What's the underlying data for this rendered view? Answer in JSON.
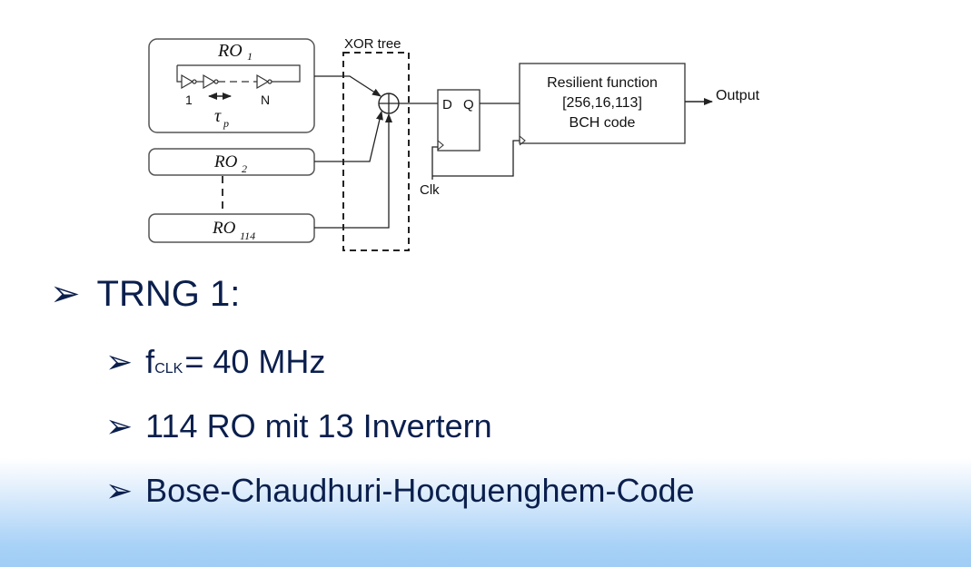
{
  "diagram": {
    "ro1_label": "RO",
    "ro1_sub": "1",
    "inv_first": "1",
    "inv_last": "N",
    "tau": "τ",
    "tau_sub": "p",
    "ro2_label": "RO",
    "ro2_sub": "2",
    "ro114_label": "RO",
    "ro114_sub": "114",
    "xor_label": "XOR tree",
    "ff_d": "D",
    "ff_q": "Q",
    "clk_label": "Clk",
    "func_line1": "Resilient function",
    "func_line2": "[256,16,113]",
    "func_line3": "BCH code",
    "output_label": "Output"
  },
  "bullets": {
    "arrow": "➢",
    "b1": "TRNG 1:",
    "b2_main": "f",
    "b2_sub": "CLK",
    "b2_rest": "= 40 MHz",
    "b3": "114 RO mit 13 Invertern",
    "b4": "Bose-Chaudhuri-Hocquenghem-Code"
  }
}
